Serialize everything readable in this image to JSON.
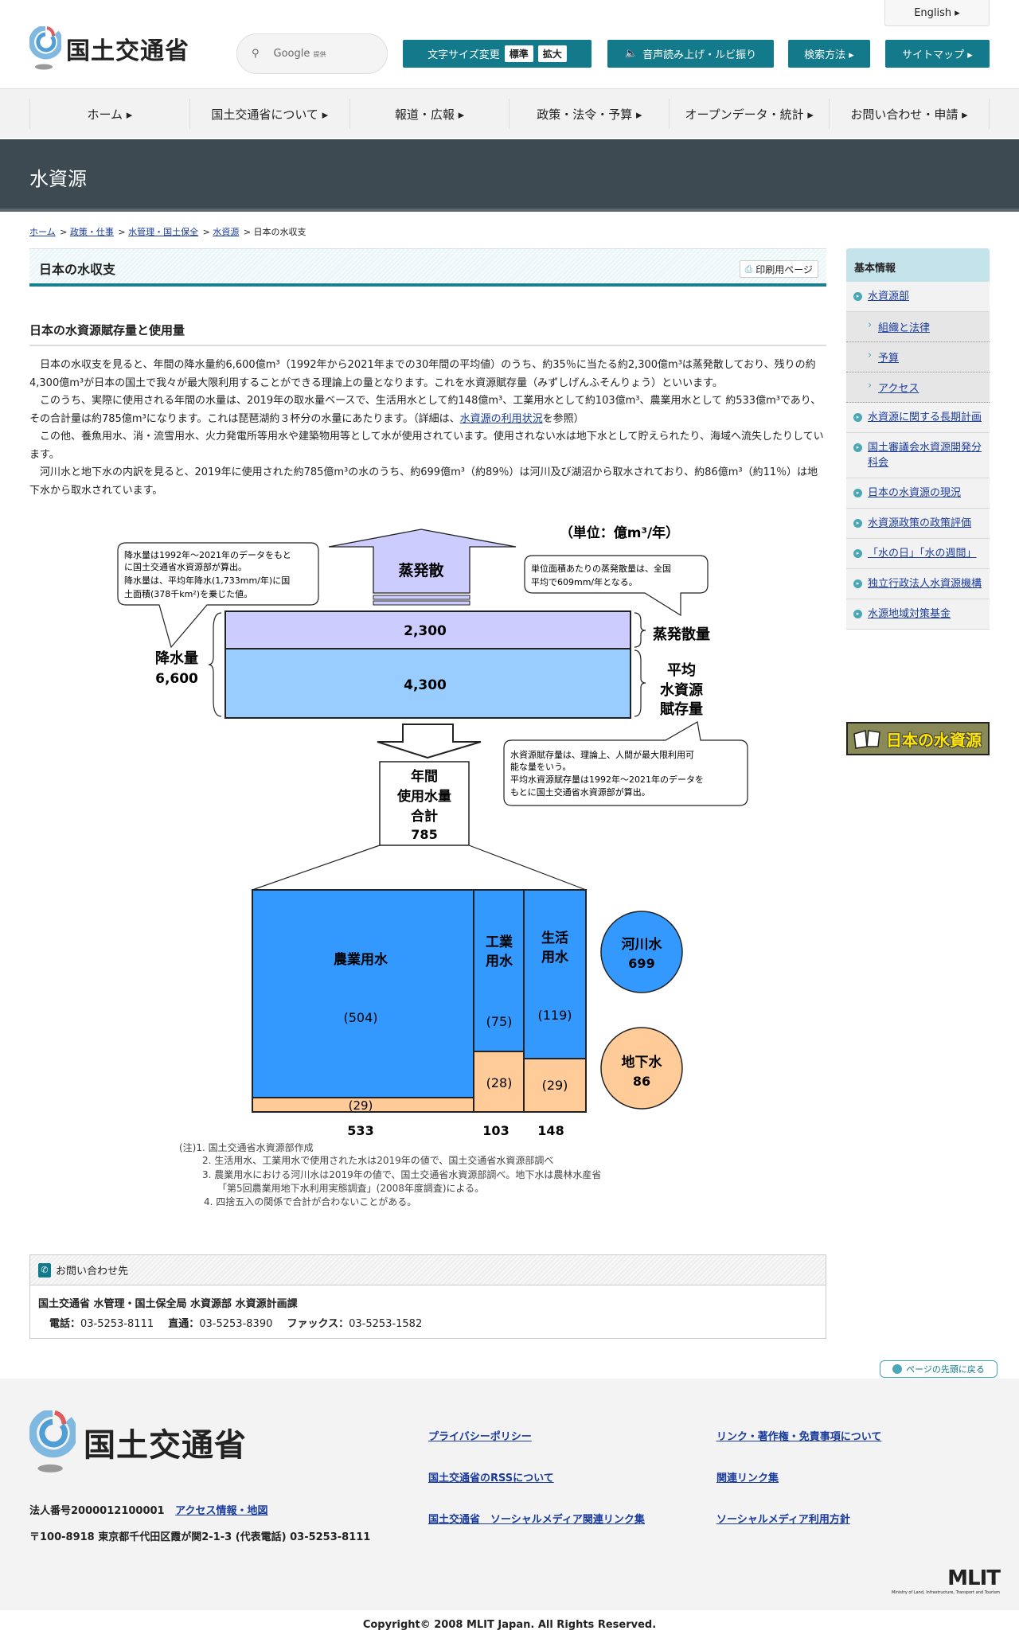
{
  "header": {
    "english": "English ▸",
    "logo_text": "国土交通省",
    "search_label": "Google",
    "search_provided": "提供",
    "font_size_label": "文字サイズ変更",
    "font_standard": "標準",
    "font_large": "拡大",
    "voice_label": "音声読み上げ・ルビ振り",
    "search_method": "検索方法 ▸",
    "sitemap": "サイトマップ ▸"
  },
  "nav": [
    "ホーム ▸",
    "国土交通省について ▸",
    "報道・広報 ▸",
    "政策・法令・予算 ▸",
    "オープンデータ・統計 ▸",
    "お問い合わせ・申請 ▸"
  ],
  "band_title": "水資源",
  "breadcrumb": {
    "items": [
      "ホーム",
      "政策・仕事",
      "水管理・国土保全",
      "水資源"
    ],
    "sep": ">",
    "current": "日本の水収支"
  },
  "page_title": "日本の水収支",
  "print_label": "印刷用ページ",
  "section_title": "日本の水資源賦存量と使用量",
  "paragraphs": {
    "p1": "日本の水収支を見ると、年間の降水量約6,600億m³（1992年から2021年までの30年間の平均値）のうち、約35％に当たる約2,300億m³は蒸発散しており、残りの約4,300億m³が日本の国土で我々が最大限利用することができる理論上の量となります。これを水資源賦存量（みずしげんふそんりょう）といいます。",
    "p2a": "このうち、実際に使用される年間の水量は、2019年の取水量ベースで、生活用水として約148億m³、工業用水として約103億m³、農業用水として 約533億m³であり、その合計量は約785億m³になります。これは琵琶湖約３杯分の水量にあたります。（詳細は、",
    "p2link": "水資源の利用状況",
    "p2b": "を参照）",
    "p3": "この他、養魚用水、消・流雪用水、火力発電所等用水や建築物用等として水が使用されています。使用されない水は地下水として貯えられたり、海域へ流失したりしています。",
    "p4": "河川水と地下水の内訳を見ると、2019年に使用された約785億m³の水のうち、約699億m³（約89％）は河川及び湖沼から取水されており、約86億m³（約11％）は地下水から取水されています。"
  },
  "diagram": {
    "unit": "（単位：億m³/年）",
    "callout_precip": [
      "降水量は1992年～2021年のデータをもと",
      "に国土交通省水資源部が算出。",
      "降水量は、平均年降水(1,733mm/年)に国",
      "土面積(378千km²)を乗じた値。"
    ],
    "callout_evap": [
      "単位面積あたりの蒸発散量は、全国",
      "平均で609mm/年となる。"
    ],
    "callout_resource": [
      "水資源賦存量は、理論上、人間が最大限利用可",
      "能な量をいう。",
      "平均水資源賦存量は1992年～2021年のデータを",
      "もとに国土交通省水資源部が算出。"
    ],
    "evap_arrow": "蒸発散",
    "evap_value": "2,300",
    "resource_value": "4,300",
    "precip_label": "降水量",
    "precip_value": "6,600",
    "evap_label": "蒸発散量",
    "resource_label": [
      "平均",
      "水資源",
      "賦存量"
    ],
    "total_label": [
      "年間",
      "使用水量",
      "合計"
    ],
    "total_value": "785",
    "agri": {
      "label": "農業用水",
      "river": "(504)",
      "ground": "(29)",
      "total": "533"
    },
    "industry": {
      "label": [
        "工業",
        "用水"
      ],
      "river": "(75)",
      "ground": "(28)",
      "total": "103"
    },
    "domestic": {
      "label": [
        "生活",
        "用水"
      ],
      "river": "(119)",
      "ground": "(29)",
      "total": "148"
    },
    "river_circle": {
      "label": "河川水",
      "value": "699"
    },
    "ground_circle": {
      "label": "地下水",
      "value": "86"
    },
    "notes": [
      "(注)1.  国土交通省水資源部作成",
      "2.  生活用水、工業用水で使用された水は2019年の値で、国土交通省水資源部調べ",
      "3.  農業用水における河川水は2019年の値で、国土交通省水資源部調べ。地下水は農林水産省",
      "「第5回農業用地下水利用実態調査」(2008年度調査)による。",
      "4.  四捨五入の関係で合計が合わないことがある。"
    ],
    "colors": {
      "evap": "#ccccff",
      "resource": "#99ccff",
      "river": "#3399ff",
      "ground": "#ffcc99"
    }
  },
  "sidebar": {
    "heading": "基本情報",
    "items": [
      "水資源部",
      "水資源に関する長期計画",
      "国土審議会水資源開発分科会",
      "日本の水資源の現況",
      "水資源政策の政策評価",
      "「水の日」「水の週間」",
      "独立行政法人水資源機構",
      "水源地域対策基金"
    ],
    "sub": [
      "組織と法律",
      "予算",
      "アクセス"
    ],
    "banner": "日本の水資源"
  },
  "contact": {
    "heading": "お問い合わせ先",
    "name": "国土交通省 水管理・国土保全局 水資源部 水資源計画課",
    "tel_label": "電話：",
    "tel": "03-5253-8111",
    "direct_label": "直通：",
    "direct": "03-5253-8390",
    "fax_label": "ファックス：",
    "fax": "03-5253-1582"
  },
  "back_to_top": "ページの先頭に戻る",
  "footer": {
    "logo_text": "国土交通省",
    "corp_no": "法人番号2000012100001",
    "access": "アクセス情報・地図",
    "address": "〒100-8918 東京都千代田区霞が関2-1-3 (代表電話) 03-5253-8111",
    "links": [
      "プライバシーポリシー",
      "リンク・著作権・免責事項について",
      "国土交通省のRSSについて",
      "関連リンク集",
      "国土交通省　ソーシャルメディア関連リンク集",
      "ソーシャルメディア利用方針"
    ],
    "mlit": "MLIT",
    "mlit_sub": "Ministry of Land, Infrastructure, Transport and Tourism",
    "copyright": "Copyright© 2008 MLIT Japan. All Rights Reserved."
  }
}
